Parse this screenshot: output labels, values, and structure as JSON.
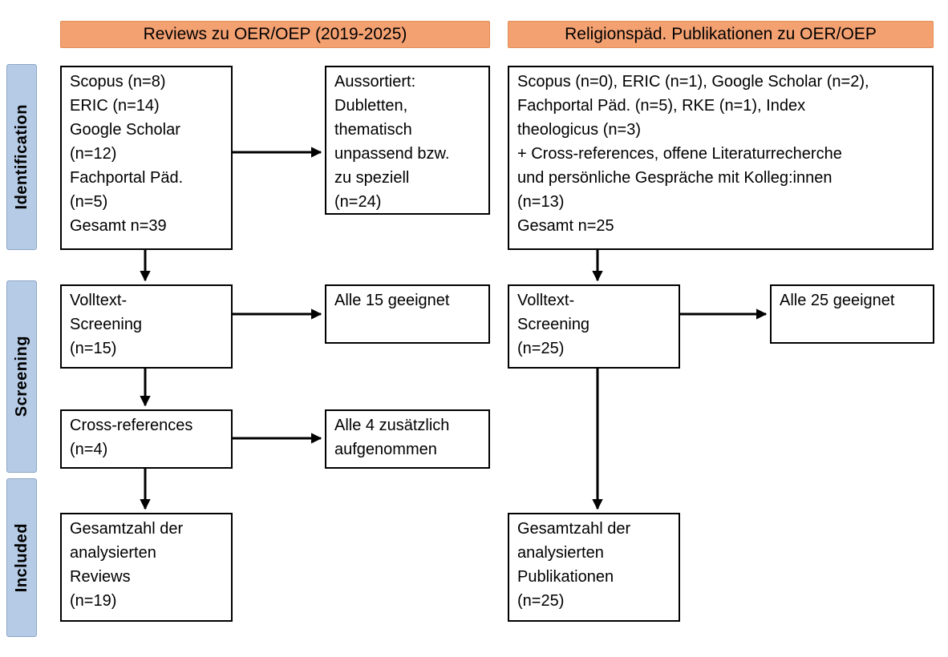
{
  "colors": {
    "header-bg": "#F4A172",
    "header-border": "#E08C55",
    "phase-bg": "#B6CBE5",
    "phase-border": "#8CA5C6",
    "box-border": "#000000",
    "text": "#000000"
  },
  "headers": {
    "left": "Reviews zu OER/OEP (2019-2025)",
    "right": "Religionspäd. Publikationen zu OER/OEP"
  },
  "phases": {
    "identification": "Identification",
    "screening": "Screening",
    "included": "Included"
  },
  "left_column": {
    "sources": "Scopus (n=8)\nERIC (n=14)\nGoogle Scholar\n(n=12)\nFachportal Päd.\n(n=5)\nGesamt n=39",
    "excluded": "Aussortiert:\nDubletten,\nthematisch\nunpassend bzw.\nzu speziell\n(n=24)",
    "fulltext": "Volltext-\nScreening\n(n=15)",
    "fulltext_result": "Alle 15 geeignet",
    "crossrefs": "Cross-references\n(n=4)",
    "crossrefs_result": "Alle 4 zusätzlich\naufgenommen",
    "total": "Gesamtzahl der\nanalysierten\nReviews\n(n=19)"
  },
  "right_column": {
    "sources": "Scopus (n=0), ERIC (n=1), Google Scholar (n=2),\nFachportal Päd. (n=5), RKE (n=1), Index\ntheologicus (n=3)\n+ Cross-references, offene Literaturrecherche\nund persönliche Gespräche mit Kolleg:innen\n(n=13)\nGesamt n=25",
    "fulltext": "Volltext-\nScreening\n(n=25)",
    "fulltext_result": "Alle 25 geeignet",
    "total": "Gesamtzahl der\nanalysierten\nPublikationen\n(n=25)"
  }
}
